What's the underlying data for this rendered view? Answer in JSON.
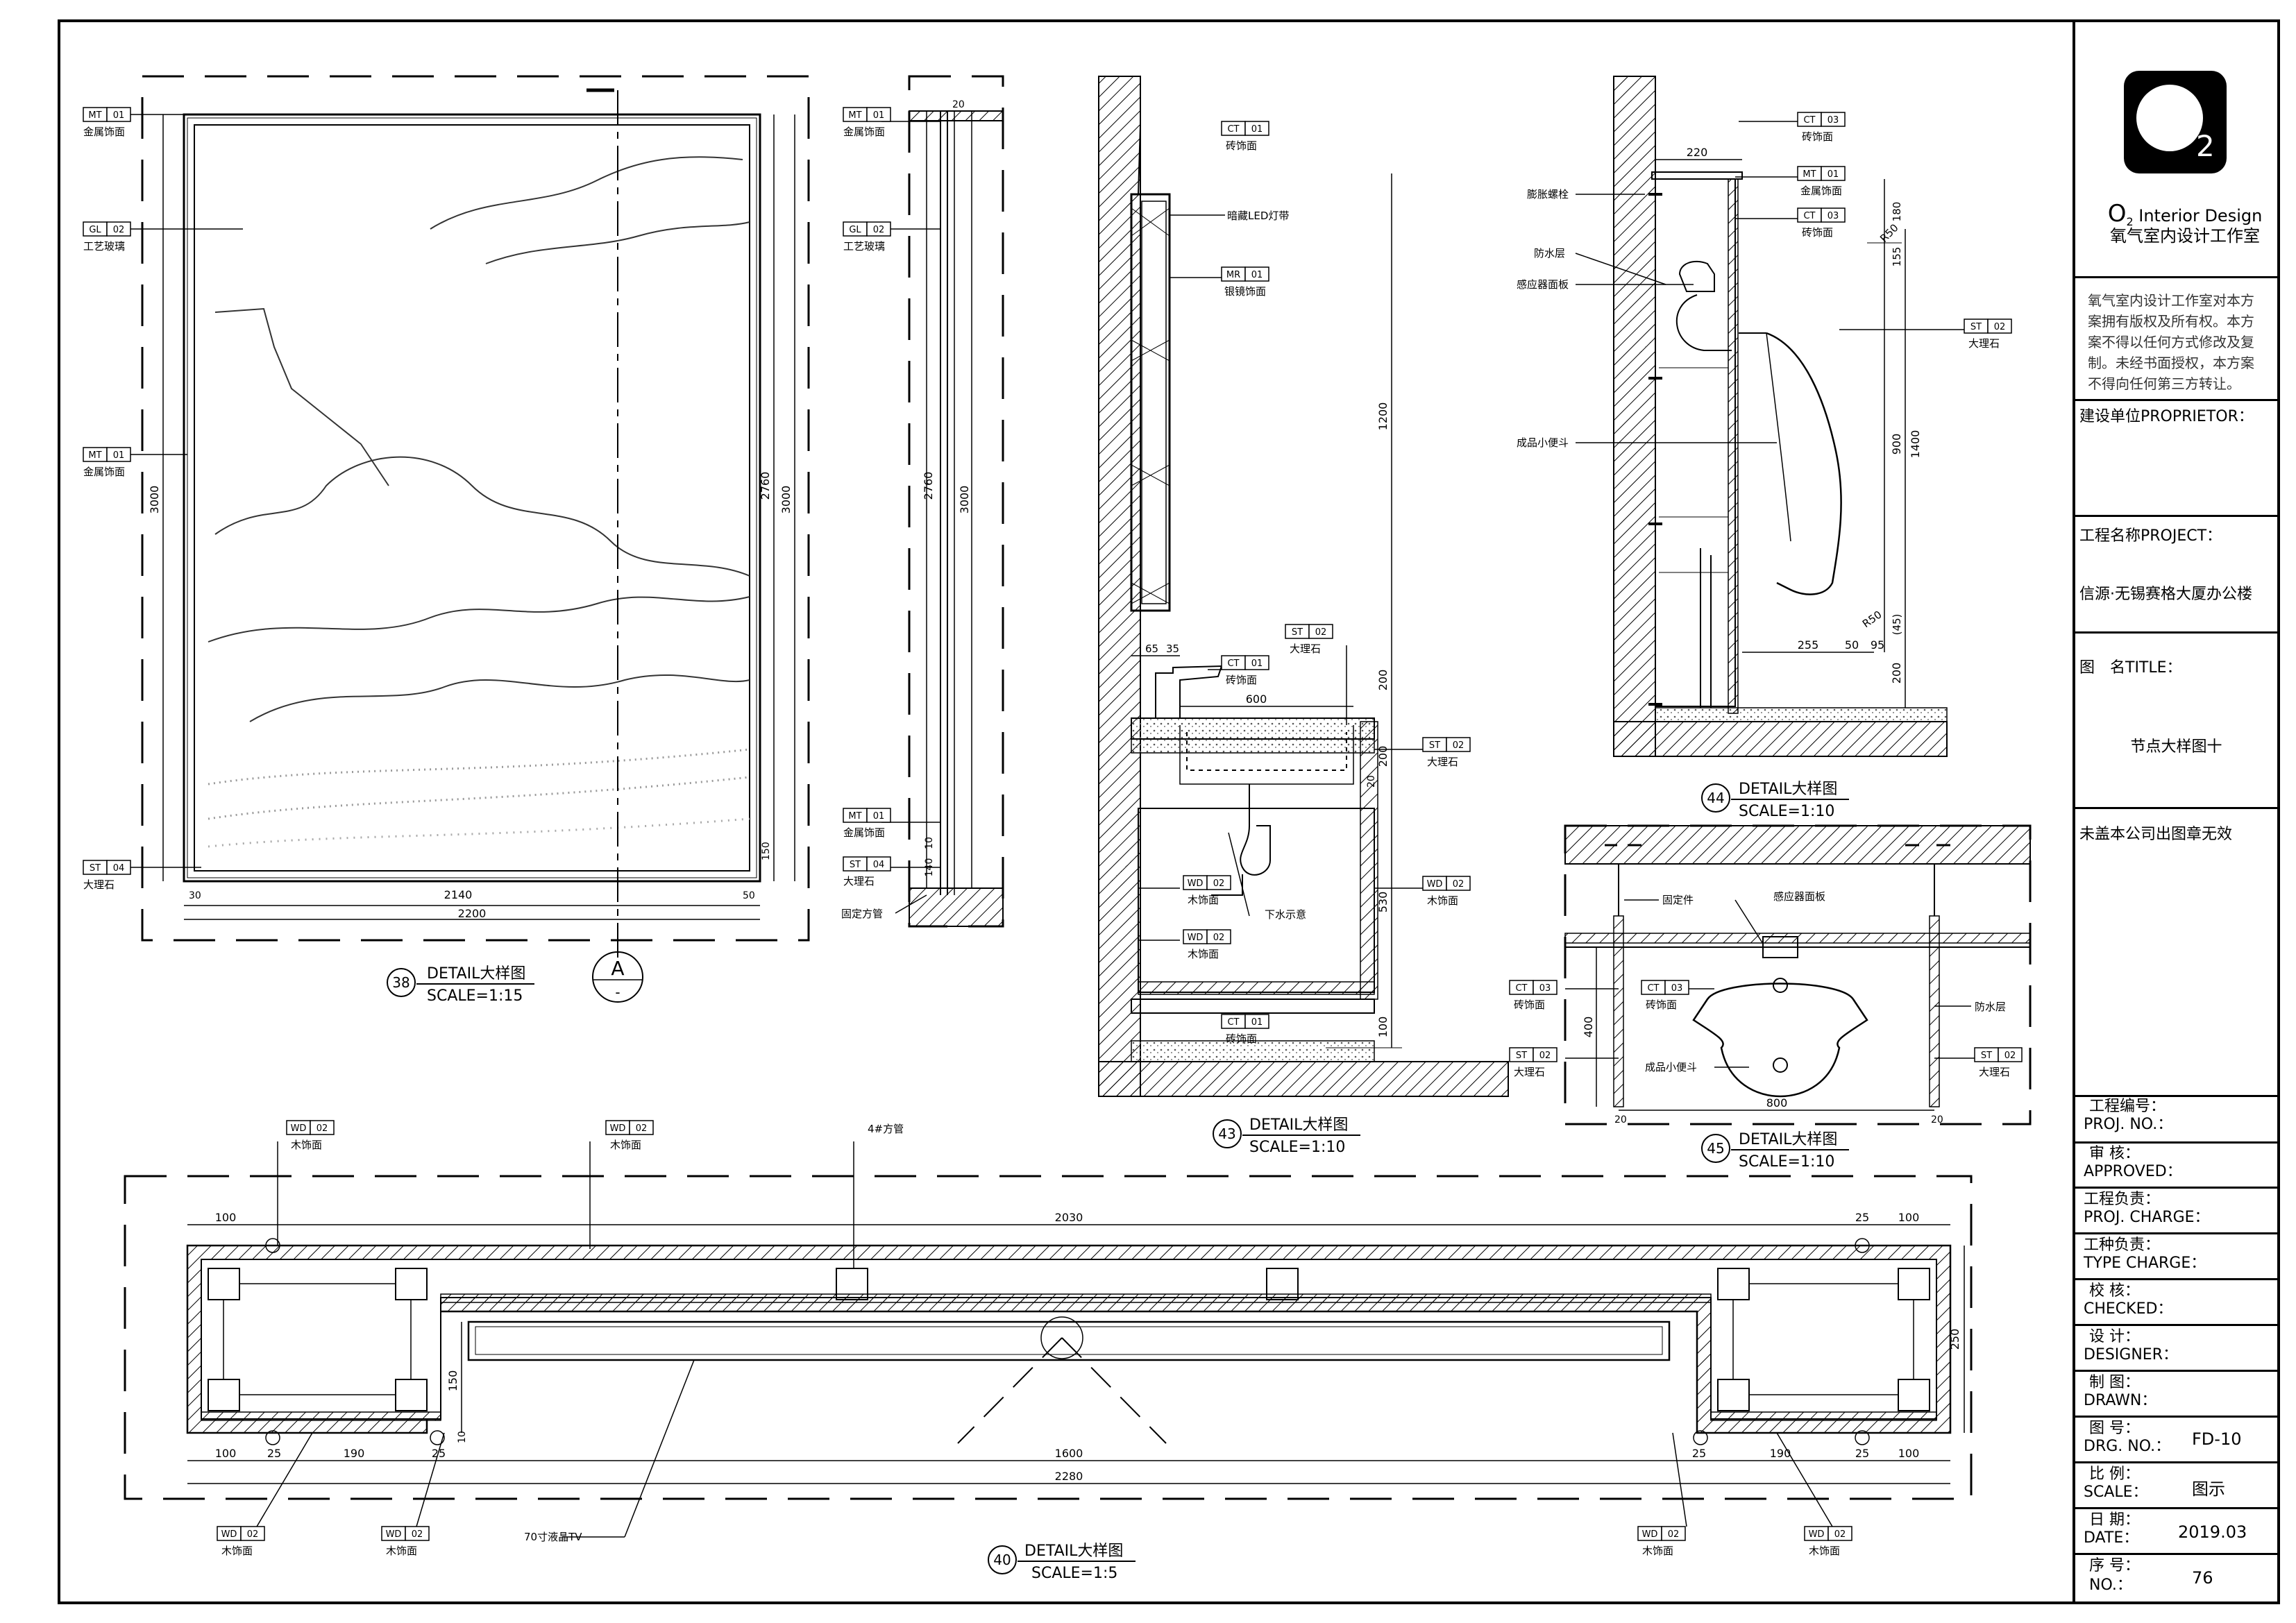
{
  "company": {
    "logo_letter": "O",
    "logo_sub": "2",
    "name_en": "O2 Interior Design",
    "name_en_big": "O",
    "name_en_sub": "2",
    "name_en_rest": " Interior Design",
    "name_cn": "氧气室内设计工作室"
  },
  "copyright": [
    "氧气室内设计工作室对本方",
    "案拥有版权及所有权。本方",
    "案不得以任何方式修改及复",
    "制。未经书面授权，本方案",
    "不得向任何第三方转让。"
  ],
  "titleblock": {
    "proprietor_label": "建设单位PROPRIETOR：",
    "project_label": "工程名称PROJECT：",
    "project_value": "信源·无锡赛格大厦办公楼",
    "title_label": "图　名TITLE：",
    "title_value": "节点大样图十",
    "stamp_note": "未盖本公司出图章无效",
    "proj_no_cn": "工程编号：",
    "proj_no_en": "PROJ. NO.：",
    "approved_cn": "审  核：",
    "approved_en": "APPROVED：",
    "proj_charge_cn": "工程负责：",
    "proj_charge_en": "PROJ. CHARGE：",
    "type_charge_cn": "工种负责：",
    "type_charge_en": "TYPE CHARGE：",
    "checked_cn": "校  核：",
    "checked_en": "CHECKED：",
    "designer_cn": "设  计：",
    "designer_en": "DESIGNER：",
    "drawn_cn": "制  图：",
    "drawn_en": "DRAWN：",
    "drg_no_cn": "图  号：",
    "drg_no_en": "DRG. NO.：",
    "drg_no_value": "FD-10",
    "scale_cn": "比  例：",
    "scale_en": "SCALE：",
    "scale_value": "图示",
    "date_cn": "日  期：",
    "date_en": "DATE：",
    "date_value": "2019.03",
    "no_cn": "序  号：",
    "no_en": "NO.：",
    "no_value": "76"
  },
  "details": {
    "d38": {
      "num": "38",
      "title": "DETAIL大样图",
      "scale": "SCALE=1:15"
    },
    "d43": {
      "num": "43",
      "title": "DETAIL大样图",
      "scale": "SCALE=1:10"
    },
    "d44": {
      "num": "44",
      "title": "DETAIL大样图",
      "scale": "SCALE=1:10"
    },
    "d45": {
      "num": "45",
      "title": "DETAIL大样图",
      "scale": "SCALE=1:10"
    },
    "d40": {
      "num": "40",
      "title": "DETAIL大样图",
      "scale": "SCALE=1:5"
    },
    "sectionA": {
      "letter": "A",
      "sub": "-"
    }
  },
  "tags": {
    "MT01": {
      "code": "MT",
      "num": "01",
      "desc": "金属饰面"
    },
    "GL02": {
      "code": "GL",
      "num": "02",
      "desc": "工艺玻璃"
    },
    "ST04": {
      "code": "ST",
      "num": "04",
      "desc": "大理石"
    },
    "CT01": {
      "code": "CT",
      "num": "01",
      "desc": "砖饰面"
    },
    "MR01": {
      "code": "MR",
      "num": "01",
      "desc": "银镜饰面"
    },
    "ST02": {
      "code": "ST",
      "num": "02",
      "desc": "大理石"
    },
    "WD02": {
      "code": "WD",
      "num": "02",
      "desc": "木饰面"
    },
    "CT03": {
      "code": "CT",
      "num": "03",
      "desc": "砖饰面"
    }
  },
  "notes": {
    "fixed_pipe": "固定方管",
    "led": "暗藏LED灯带",
    "drain": "下水示意",
    "bolt": "膨胀螺栓",
    "waterproof": "防水层",
    "sensor_panel": "感应器面板",
    "urinal": "成品小便斗",
    "fixture": "固定件",
    "pipe4": "4#方管",
    "tv": "70寸液晶TV"
  },
  "dims": {
    "d38": {
      "w2140": "2140",
      "w2200": "2200",
      "h3000": "3000",
      "h2760": "2760",
      "h3000r": "3000",
      "s30": "30",
      "s150": "150",
      "s50": "50"
    },
    "sec": {
      "h2760": "2760",
      "h3000": "3000",
      "s140": "140",
      "s10": "10",
      "s20": "20"
    },
    "d43": {
      "h1200": "1200",
      "h200": "200",
      "h200b": "200",
      "h530": "530",
      "h100": "100",
      "w600": "600",
      "w65": "65",
      "w35": "35",
      "w20": "20"
    },
    "d44": {
      "w220": "220",
      "h180": "180",
      "h155": "155",
      "h900": "900",
      "h1400": "1400",
      "h45": "(45)",
      "h200": "200",
      "w255": "255",
      "w50": "50",
      "w95": "95",
      "r50a": "R50",
      "r50b": "R50"
    },
    "d45": {
      "h400": "400",
      "w800": "800",
      "w20": "20"
    },
    "d40": {
      "w100a": "100",
      "w2030": "2030",
      "w25a": "25",
      "w100b": "100",
      "w100c": "100",
      "w25b": "25",
      "w190a": "190",
      "w25c": "25",
      "w1600": "1600",
      "w25d": "25",
      "w190b": "190",
      "w25e": "25",
      "w100d": "100",
      "w2280": "2280",
      "h250": "250",
      "h150": "150",
      "h10": "10"
    }
  }
}
